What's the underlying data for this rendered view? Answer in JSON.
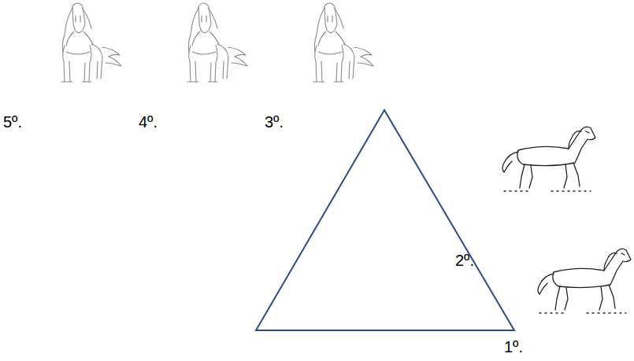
{
  "diagram": {
    "labels": [
      "5º.",
      "4º.",
      "3º.",
      "2º.",
      "1º."
    ]
  }
}
